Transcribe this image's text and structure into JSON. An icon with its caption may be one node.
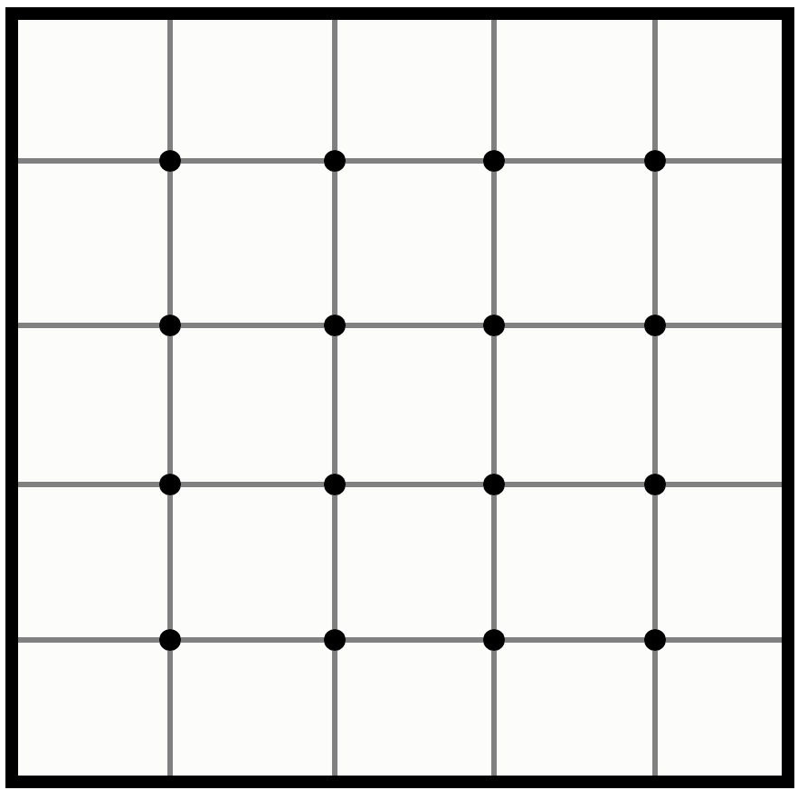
{
  "diagram": {
    "nodes": [
      {
        "text": [],
        "shape": "box"
      },
      {
        "text": [],
        "shape": "circle",
        "in": 0
      },
      {
        "text": [],
        "shape": "circle",
        "in": 0
      },
      {
        "text": [],
        "shape": "circle",
        "in": 0
      },
      {
        "text": [],
        "shape": "circle",
        "in": 0
      },
      {
        "text": [],
        "shape": "circle",
        "in": 0
      },
      {
        "text": [],
        "shape": "circle",
        "in": 0
      },
      {
        "text": [],
        "shape": "circle",
        "in": 0
      },
      {
        "text": [],
        "shape": "circle",
        "in": 0
      },
      {
        "text": [],
        "shape": "circle",
        "in": 0
      },
      {
        "text": [],
        "shape": "circle",
        "in": 0
      },
      {
        "text": [],
        "shape": "circle",
        "in": 0
      },
      {
        "text": [],
        "shape": "circle",
        "in": 0
      },
      {
        "text": [],
        "shape": "circle",
        "in": 0
      },
      {
        "text": [],
        "shape": "circle",
        "in": 0
      },
      {
        "text": [],
        "shape": "circle",
        "in": 0
      },
      {
        "text": [],
        "shape": "circle",
        "in": 0
      }
    ],
    "edges": [
      {
        "from": 1,
        "to": 2,
        "arrow": "none"
      },
      {
        "from": 2,
        "to": 3,
        "arrow": "none"
      },
      {
        "from": 3,
        "to": 4,
        "arrow": "none"
      },
      {
        "from": 5,
        "to": 6,
        "arrow": "none"
      },
      {
        "from": 6,
        "to": 7,
        "arrow": "none"
      },
      {
        "from": 7,
        "to": 8,
        "arrow": "none"
      },
      {
        "from": 9,
        "to": 10,
        "arrow": "none"
      },
      {
        "from": 10,
        "to": 11,
        "arrow": "none"
      },
      {
        "from": 11,
        "to": 12,
        "arrow": "none"
      },
      {
        "from": 13,
        "to": 14,
        "arrow": "none"
      },
      {
        "from": 14,
        "to": 15,
        "arrow": "none"
      },
      {
        "from": 15,
        "to": 16,
        "arrow": "none"
      },
      {
        "from": 1,
        "to": 5,
        "arrow": "none"
      },
      {
        "from": 5,
        "to": 9,
        "arrow": "none"
      },
      {
        "from": 9,
        "to": 13,
        "arrow": "none"
      },
      {
        "from": 2,
        "to": 6,
        "arrow": "none"
      },
      {
        "from": 6,
        "to": 10,
        "arrow": "none"
      },
      {
        "from": 10,
        "to": 14,
        "arrow": "none"
      },
      {
        "from": 3,
        "to": 7,
        "arrow": "none"
      },
      {
        "from": 7,
        "to": 11,
        "arrow": "none"
      },
      {
        "from": 11,
        "to": 15,
        "arrow": "none"
      },
      {
        "from": 4,
        "to": 8,
        "arrow": "none"
      },
      {
        "from": 8,
        "to": 12,
        "arrow": "none"
      },
      {
        "from": 12,
        "to": 16,
        "arrow": "none"
      },
      {
        "from": 1,
        "to": null,
        "arrow": "none"
      },
      {
        "from": 2,
        "to": null,
        "arrow": "none"
      },
      {
        "from": 3,
        "to": null,
        "arrow": "none"
      },
      {
        "from": 4,
        "to": null,
        "arrow": "none"
      },
      {
        "from": 1,
        "to": null,
        "arrow": "none"
      },
      {
        "from": 5,
        "to": null,
        "arrow": "none"
      },
      {
        "from": 9,
        "to": null,
        "arrow": "none"
      },
      {
        "from": 13,
        "to": null,
        "arrow": "none"
      },
      {
        "from": 4,
        "to": null,
        "arrow": "none"
      },
      {
        "from": 8,
        "to": null,
        "arrow": "none"
      },
      {
        "from": 12,
        "to": null,
        "arrow": "none"
      },
      {
        "from": 16,
        "to": null,
        "arrow": "none"
      },
      {
        "from": 13,
        "to": null,
        "arrow": "none"
      },
      {
        "from": 14,
        "to": null,
        "arrow": "none"
      },
      {
        "from": 15,
        "to": null,
        "arrow": "none"
      },
      {
        "from": 16,
        "to": null,
        "arrow": "none"
      }
    ]
  }
}
